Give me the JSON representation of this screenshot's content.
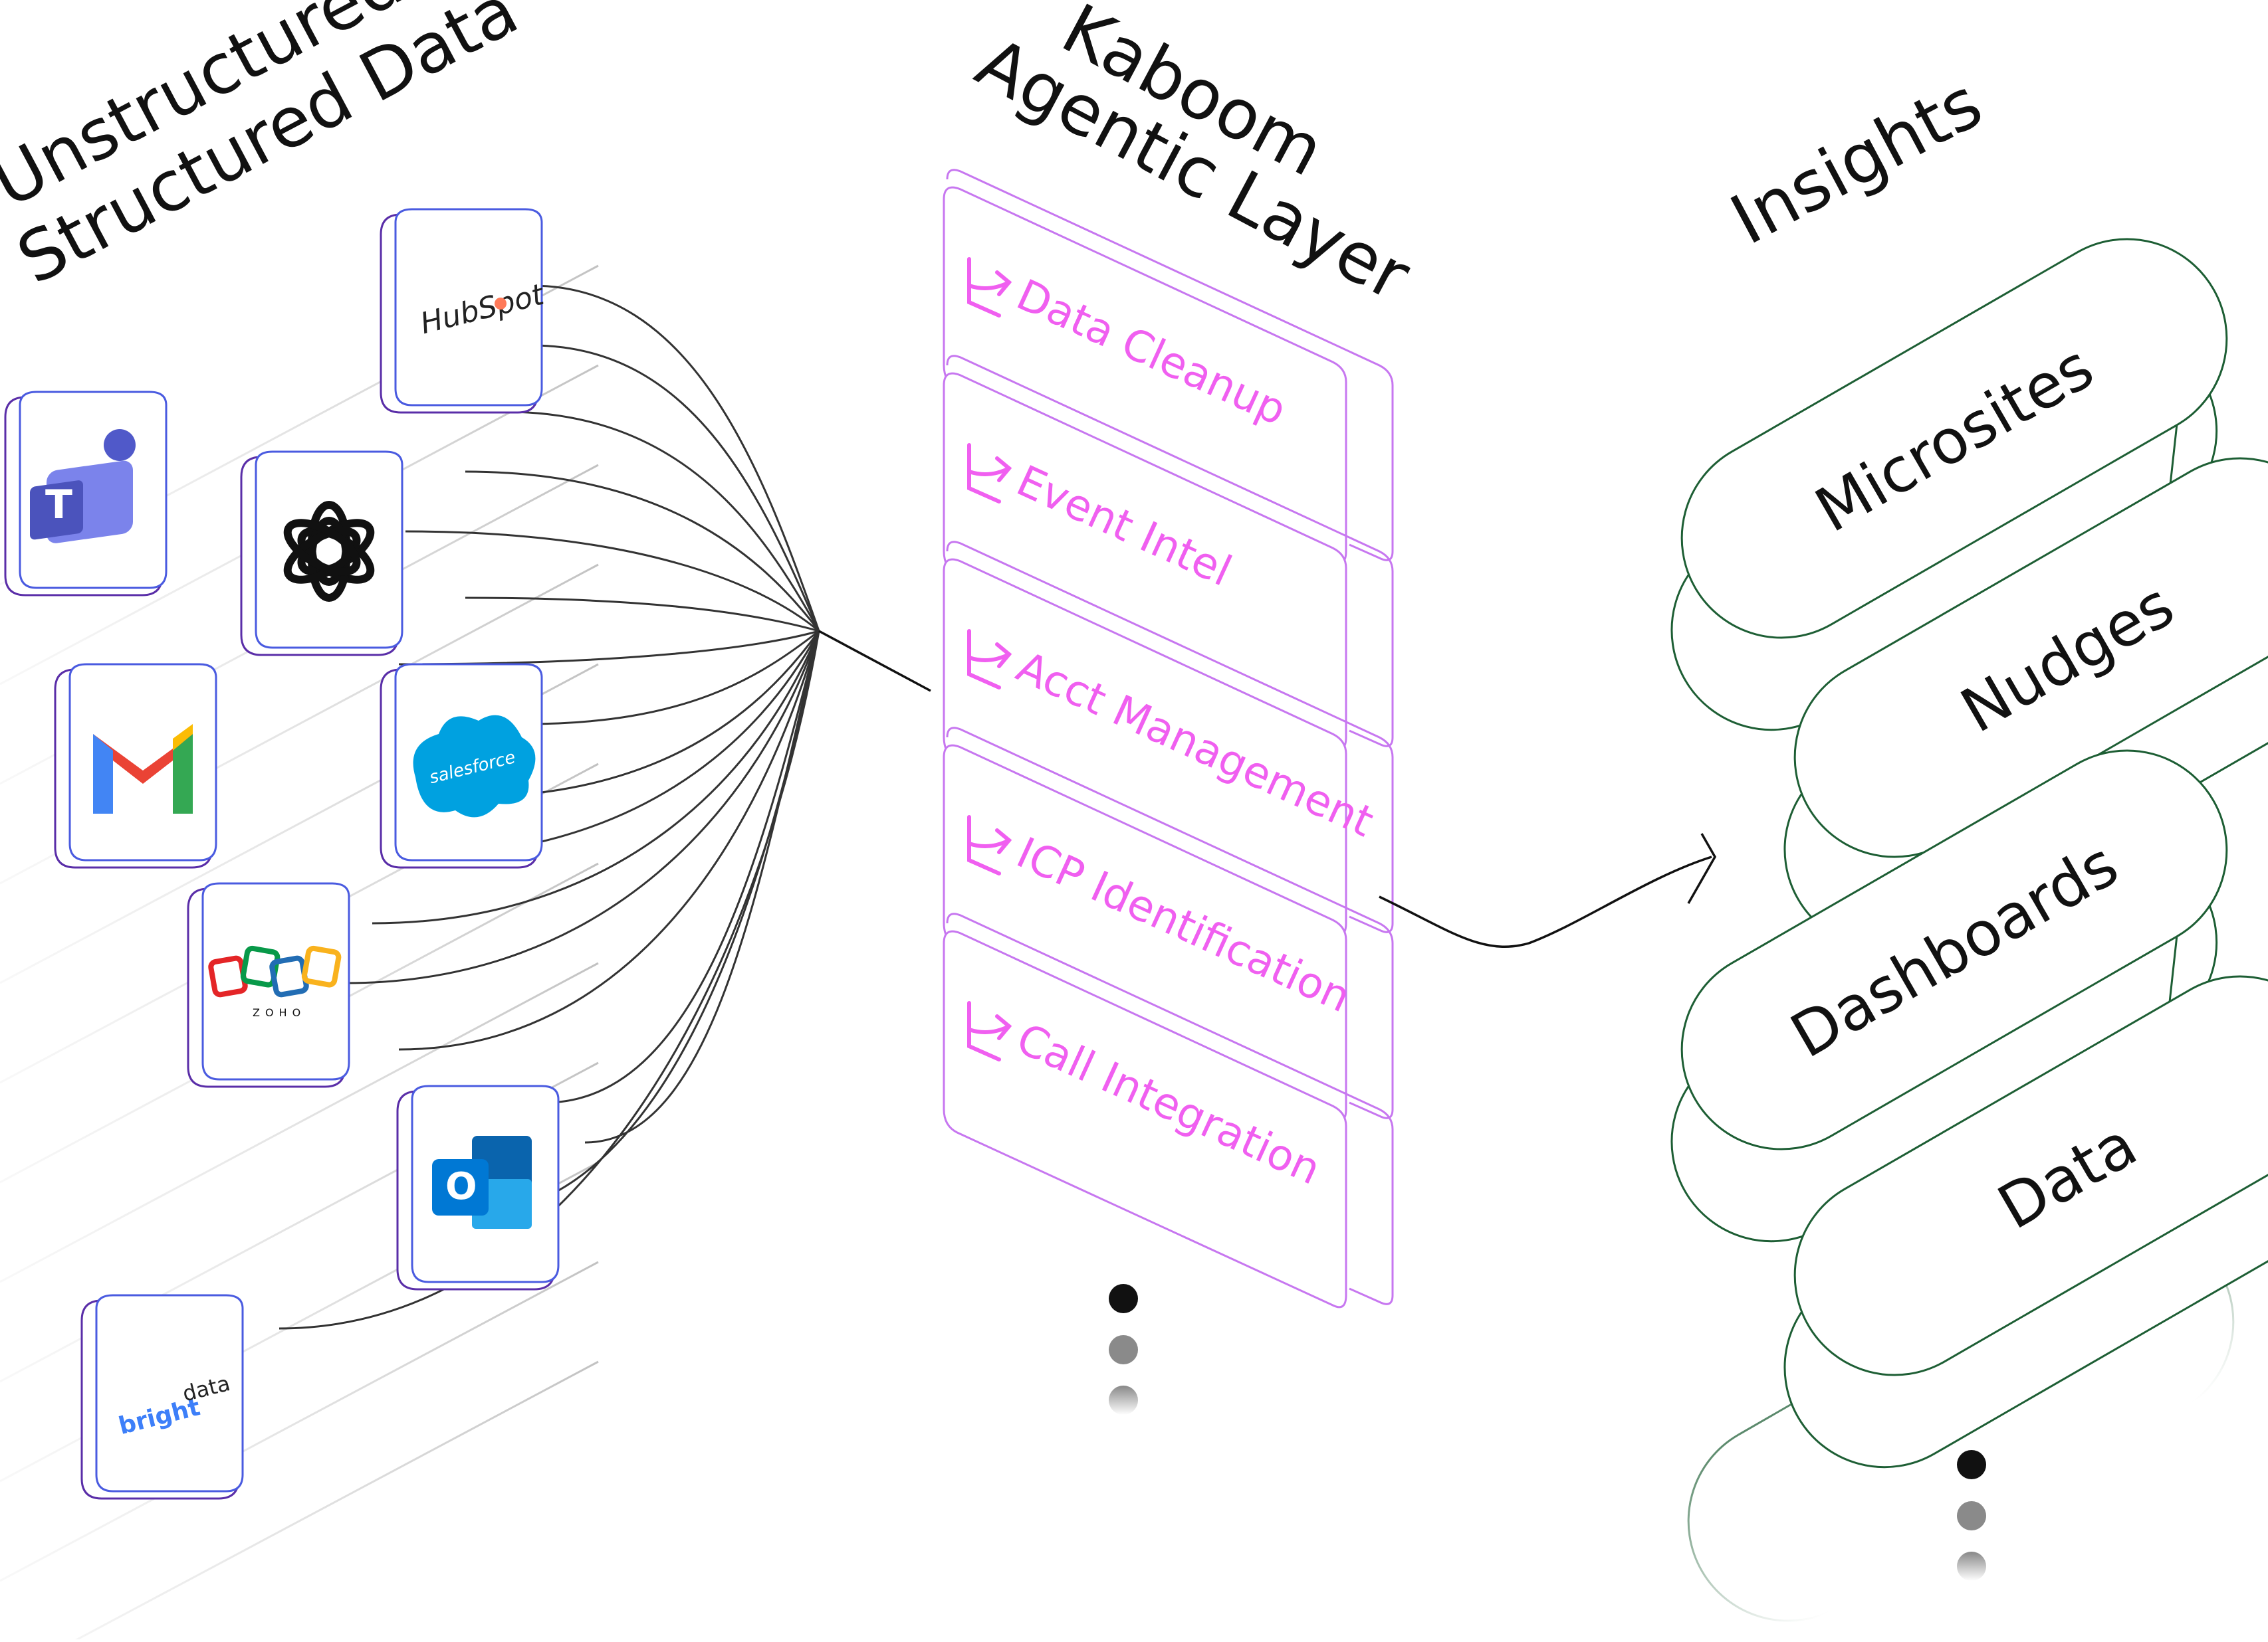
{
  "headings": {
    "sources_line1": "Unstructured +",
    "sources_line2": "Structured Data",
    "agentic_line1": "Kaboom",
    "agentic_line2": "Agentic Layer",
    "insights": "Insights"
  },
  "sources": [
    {
      "name": "teams",
      "icon": "microsoft-teams-icon",
      "label": "T"
    },
    {
      "name": "hubspot",
      "icon": "hubspot-icon",
      "label": "HubSpot"
    },
    {
      "name": "openai",
      "icon": "openai-icon",
      "label": ""
    },
    {
      "name": "gmail",
      "icon": "gmail-icon",
      "label": ""
    },
    {
      "name": "salesforce",
      "icon": "salesforce-icon",
      "label": "salesforce"
    },
    {
      "name": "zoho",
      "icon": "zoho-icon",
      "label": "ZOHO"
    },
    {
      "name": "outlook",
      "icon": "outlook-icon",
      "label": "O"
    },
    {
      "name": "brightdata",
      "icon": "bright-data-icon",
      "label_a": "bright",
      "label_b": "data"
    }
  ],
  "agentic_layers": [
    {
      "label": "Data Cleanup",
      "icon": "workflow-arrow-icon"
    },
    {
      "label": "Event Intel",
      "icon": "workflow-arrow-icon"
    },
    {
      "label": "Acct Management",
      "icon": "workflow-arrow-icon"
    },
    {
      "label": "ICP Identification",
      "icon": "workflow-arrow-icon"
    },
    {
      "label": "Call Integration",
      "icon": "workflow-arrow-icon"
    }
  ],
  "insights": [
    {
      "label": "Microsites"
    },
    {
      "label": "Nudges"
    },
    {
      "label": "Dashboards"
    },
    {
      "label": "Data"
    }
  ],
  "colors": {
    "agentic_accent": "#f05ff0",
    "agentic_stroke": "#c777f0",
    "insight_stroke": "#1d5e34",
    "connector": "#222222",
    "tile_stroke": "#5a2ea8"
  }
}
